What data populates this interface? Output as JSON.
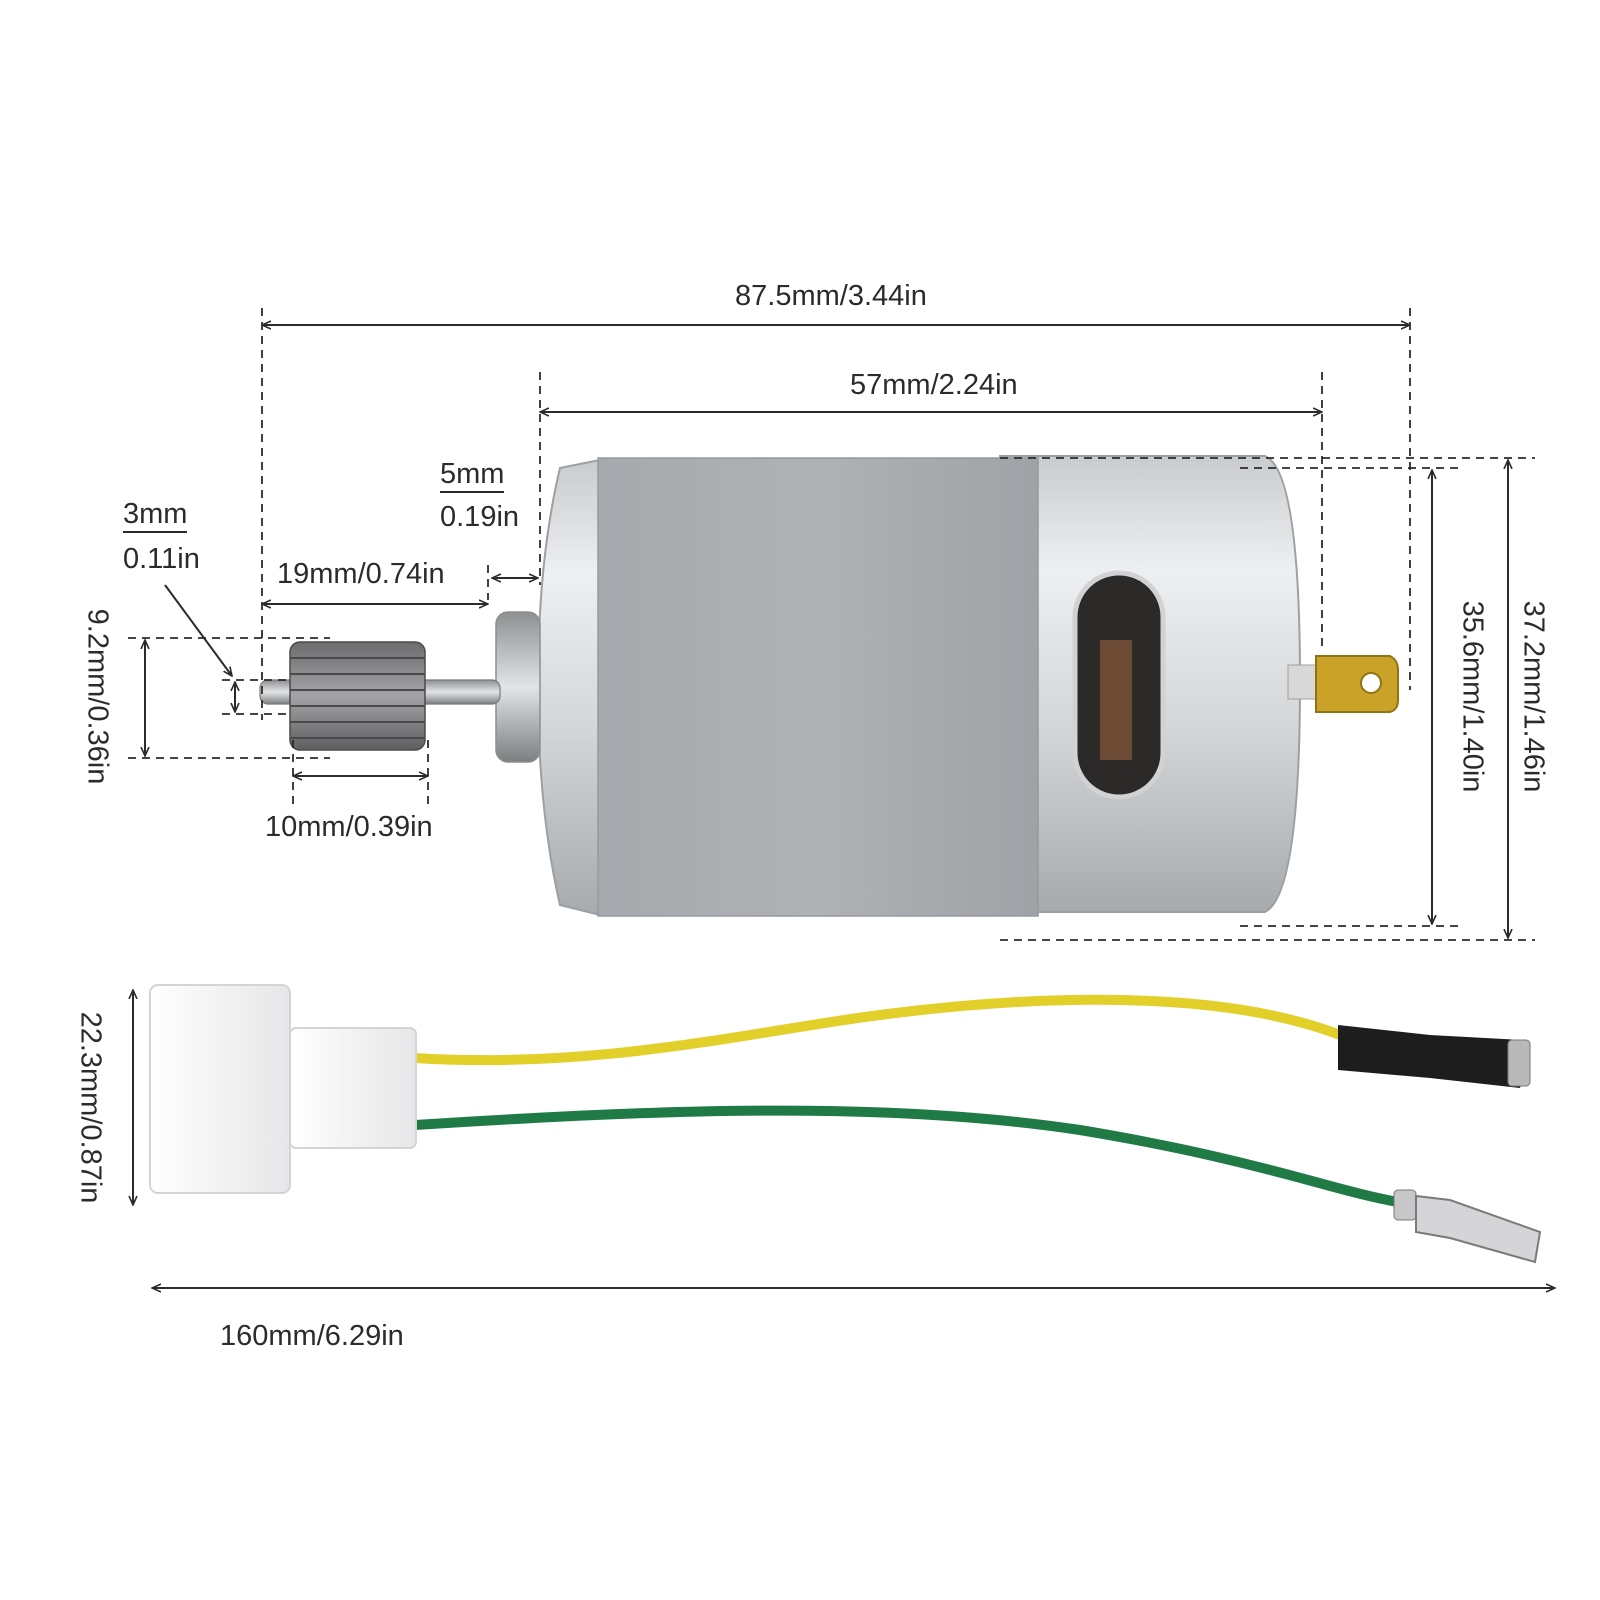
{
  "dimensions": {
    "overall_length": "87.5mm/3.44in",
    "body_length": "57mm/2.24in",
    "boss_mm": "5mm",
    "boss_in": "0.19in",
    "shaft_mm": "3mm",
    "shaft_in": "0.11in",
    "shaft_length": "19mm/0.74in",
    "gear_diameter": "9.2mm/0.36in",
    "gear_width": "10mm/0.39in",
    "can_diameter": "35.6mm/1.40in",
    "body_diameter": "37.2mm/1.46in",
    "connector_height": "22.3mm/0.87in",
    "cable_length": "160mm/6.29in"
  },
  "colors": {
    "motor_body": "#a9acb0",
    "wire_yellow": "#e2cf2a",
    "wire_green": "#1f7a45",
    "connector": "#f2f2f2",
    "terminal": "#c9a227"
  }
}
